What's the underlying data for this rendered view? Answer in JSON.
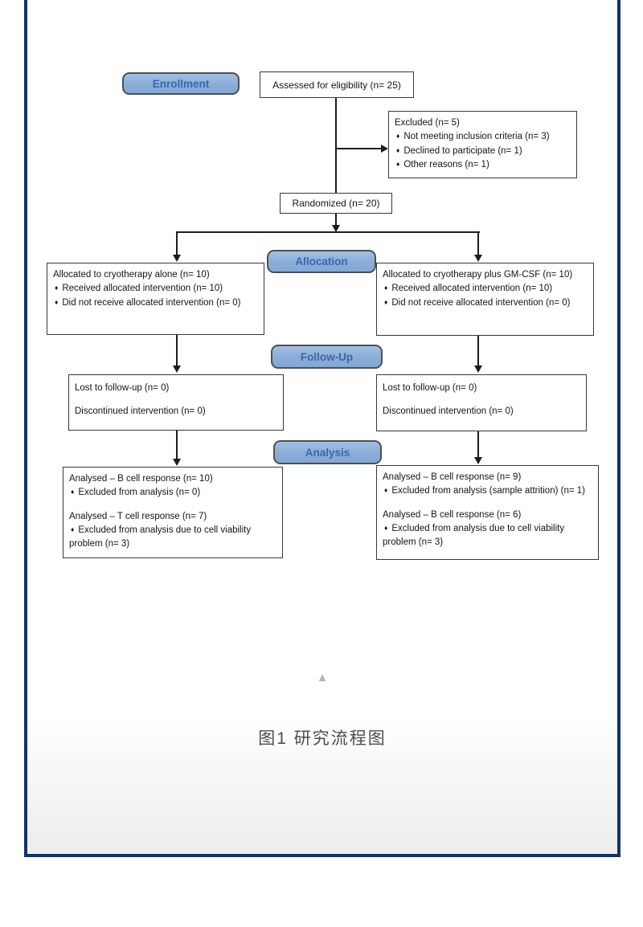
{
  "frame": {
    "border_color": "#14316b"
  },
  "flowchart": {
    "bullet_glyph": "♦",
    "stage_labels": {
      "enrollment": "Enrollment",
      "allocation": "Allocation",
      "followup": "Follow-Up",
      "analysis": "Analysis"
    },
    "assessed": "Assessed for eligibility (n= 25)",
    "excluded": {
      "title": "Excluded (n= 5)",
      "bullets": [
        "Not meeting inclusion criteria (n= 3)",
        "Declined to participate (n= 1)",
        "Other reasons (n= 1)"
      ]
    },
    "randomized": "Randomized (n= 20)",
    "alloc_left": {
      "title": "Allocated to cryotherapy alone (n= 10)",
      "bullets": [
        "Received allocated intervention (n= 10)",
        "Did not receive allocated intervention (n= 0)"
      ]
    },
    "alloc_right": {
      "title": "Allocated to cryotherapy plus GM-CSF (n= 10)",
      "bullets": [
        "Received allocated intervention (n= 10)",
        "Did not receive allocated intervention (n= 0)"
      ]
    },
    "followup_left": {
      "line1": "Lost to follow-up (n= 0)",
      "line2": "Discontinued intervention (n= 0)"
    },
    "followup_right": {
      "line1": "Lost to follow-up (n= 0)",
      "line2": "Discontinued intervention (n= 0)"
    },
    "analysis_left": {
      "group1_title": "Analysed – B cell response (n= 10)",
      "group1_bullet": "Excluded from analysis (n= 0)",
      "group2_title": "Analysed – T cell response (n= 7)",
      "group2_bullet": "Excluded from analysis due to cell viability problem (n= 3)"
    },
    "analysis_right": {
      "group1_title": "Analysed – B cell response (n= 9)",
      "group1_bullet": "Excluded from analysis (sample attrition) (n= 1)",
      "group2_title": "Analysed – B cell response (n= 6)",
      "group2_bullet": "Excluded from analysis due to cell viability problem (n= 3)"
    }
  },
  "collapse_icon": "▲",
  "caption": "图1 研究流程图"
}
